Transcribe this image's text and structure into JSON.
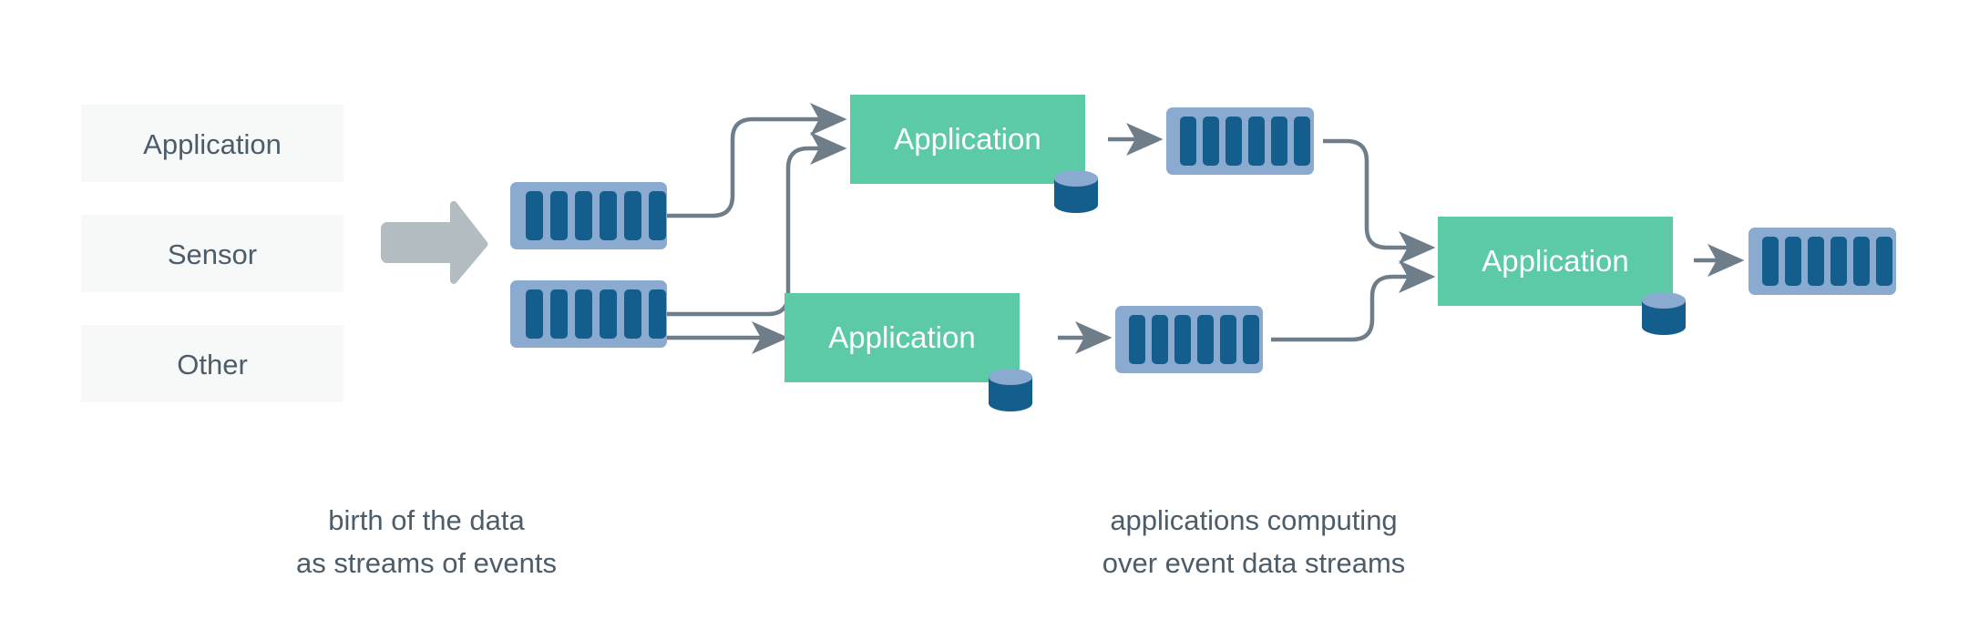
{
  "diagram": {
    "title": "event streaming data flow",
    "colors": {
      "background": "#ffffff",
      "source_box_fill": "#f7f8f8",
      "source_text": "#4c5c69",
      "stream_outer": "#8aaacf",
      "stream_bar": "#135e8c",
      "application_fill": "#5cc9a7",
      "application_text": "#ffffff",
      "big_arrow": "#b3bcc1",
      "connector_line": "#6f7d89",
      "db_top": "#8aaacf",
      "db_body": "#135e8c",
      "caption_text": "#4c5c69"
    },
    "sources": [
      {
        "label": "Application"
      },
      {
        "label": "Sensor"
      },
      {
        "label": "Other"
      }
    ],
    "big_arrow": {
      "name": "ingest-arrow"
    },
    "streams": [
      {
        "id": "stream-source-top",
        "bars": 6
      },
      {
        "id": "stream-source-bottom",
        "bars": 6
      },
      {
        "id": "stream-app1-output",
        "bars": 6
      },
      {
        "id": "stream-app2-output",
        "bars": 6
      },
      {
        "id": "stream-app3-output",
        "bars": 6
      }
    ],
    "applications": [
      {
        "id": "application-1",
        "label": "Application",
        "has_database": true
      },
      {
        "id": "application-2",
        "label": "Application",
        "has_database": true
      },
      {
        "id": "application-3",
        "label": "Application",
        "has_database": true
      }
    ],
    "captions": [
      {
        "id": "caption-left",
        "line1": "birth of the data",
        "line2": "as streams of events"
      },
      {
        "id": "caption-right",
        "line1": "applications computing",
        "line2": "over event data streams"
      }
    ]
  }
}
